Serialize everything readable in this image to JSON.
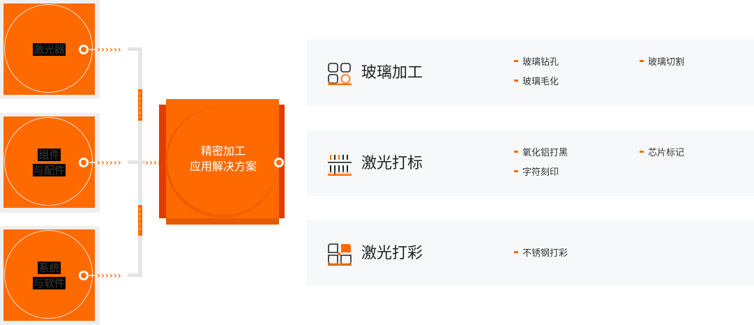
{
  "colors": {
    "accent": "#ff6a00",
    "accent_dark": "#e23c00",
    "connector_gray": "#e5e5e5",
    "frame_gray": "#efefef",
    "card_bg": "#f7f8fa",
    "text_dark": "#222222"
  },
  "sources": [
    {
      "lines": [
        "激光器"
      ]
    },
    {
      "lines": [
        "组件",
        "与配件"
      ]
    },
    {
      "lines": [
        "系统",
        "与软件"
      ]
    }
  ],
  "hub": {
    "line1": "精密加工",
    "line2": "应用解决方案"
  },
  "connector_glyph": "›",
  "categories": [
    {
      "icon": "grid-glass-icon",
      "title": "玻璃加工",
      "items": [
        "玻璃钻孔",
        "玻璃毛化",
        "玻璃切割"
      ]
    },
    {
      "icon": "barcode-ruler-icon",
      "title": "激光打标",
      "items": [
        "氧化铝打黑",
        "字符刻印",
        "芯片标记"
      ]
    },
    {
      "icon": "color-blocks-icon",
      "title": "激光打彩",
      "items": [
        "不锈钢打彩"
      ]
    }
  ]
}
